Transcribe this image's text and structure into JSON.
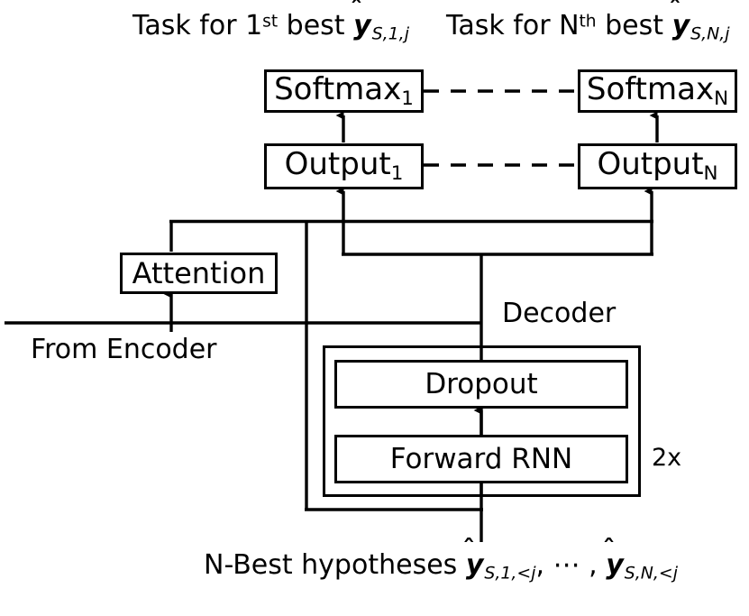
{
  "diagram": {
    "type": "neural-network-architecture",
    "title_left": {
      "prefix": "Task for 1",
      "ordinal": "st",
      "mid": " best ",
      "var": "y",
      "hat": true,
      "subscript": "S,1,j"
    },
    "title_right": {
      "prefix": "Task for N",
      "ordinal": "th",
      "mid": " best ",
      "var": "y",
      "hat": true,
      "subscript": "S,N,j"
    },
    "nodes": {
      "softmax_1": {
        "label": "Softmax",
        "sub": "1"
      },
      "softmax_n": {
        "label": "Softmax",
        "sub": "N"
      },
      "output_1": {
        "label": "Output",
        "sub": "1"
      },
      "output_n": {
        "label": "Output",
        "sub": "N"
      },
      "attention": {
        "label": "Attention"
      },
      "dropout": {
        "label": "Dropout"
      },
      "forward_rnn": {
        "label": "Forward RNN"
      }
    },
    "labels": {
      "from_encoder": "From Encoder",
      "decoder": "Decoder",
      "repeat": "2x"
    },
    "caption": {
      "prefix": "N-Best hypotheses ",
      "var1": "y",
      "sub1": "S,1,<j",
      "separator": ", ⋯ , ",
      "var2": "y",
      "sub2": "S,N,<j"
    },
    "colors": {
      "stroke": "#000000",
      "background": "#ffffff"
    }
  }
}
